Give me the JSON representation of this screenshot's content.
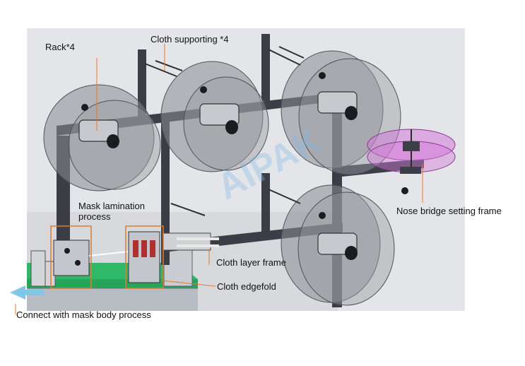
{
  "labels": {
    "rack": "Rack*4",
    "cloth_supporting": "Cloth supporting *4",
    "mask_lamination": "Mask lamination\nprocess",
    "nose_bridge": "Nose bridge setting frame",
    "cloth_layer": "Cloth layer frame",
    "cloth_edgefold": "Cloth edgefold",
    "connect": "Connect with mask body process"
  },
  "watermark": "AIPAK",
  "colors": {
    "leader": "#e07a2a",
    "frame": "#3b3e45",
    "roll_fill": "#8a8c93",
    "conveyor": "#2fb868",
    "arrow": "#7fc6e8",
    "nose_frame": "#d27ad8",
    "highlight_box": "#e07a2a"
  }
}
